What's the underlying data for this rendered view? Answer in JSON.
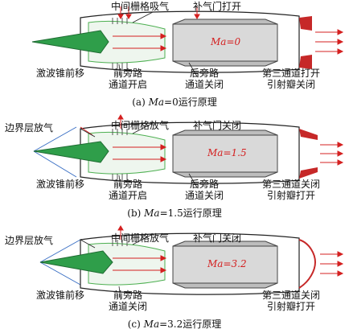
{
  "panels": [
    {
      "labels": {
        "grille": "中间栅格吸气",
        "bypass_valve": "补气门打开",
        "cone": "激波锥前移",
        "front_bypass_1": "前旁路",
        "front_bypass_2": "通道开启",
        "rear_bypass_1": "后旁路",
        "rear_bypass_2": "通道关闭",
        "third_1": "第三通道打开",
        "third_2": "引射瓣关闭"
      },
      "mach": "Ma=0",
      "caption_prefix": "(a) ",
      "caption_ma": "Ma",
      "caption_suffix": "=0运行原理"
    },
    {
      "labels": {
        "boundary": "边界层放气",
        "grille": "中间栅格放气",
        "bypass_valve": "补气门关闭",
        "cone": "激波锥前移",
        "front_bypass_1": "前旁路",
        "front_bypass_2": "通道开启",
        "rear_bypass_1": "后旁路",
        "rear_bypass_2": "通道关闭",
        "third_1": "第三通道关闭",
        "third_2": "引射瓣打开"
      },
      "mach": "Ma=1.5",
      "caption_prefix": "(b) ",
      "caption_ma": "Ma",
      "caption_suffix": "=1.5运行原理"
    },
    {
      "labels": {
        "boundary": "边界层放气",
        "grille": "中间栅格放气",
        "bypass_valve": "补气门关闭",
        "cone": "激波锥前移",
        "front_bypass_1": "前旁路",
        "front_bypass_2": "通道关闭",
        "third_1": "第三通道关闭",
        "third_2": "引射瓣打开"
      },
      "mach": "Ma=3.2",
      "caption_prefix": "(c) ",
      "caption_ma": "Ma",
      "caption_suffix": "=3.2运行原理"
    }
  ],
  "colors": {
    "cone": "#2f9e4a",
    "duct": "#4caf50",
    "flow_arrow": "#d42020",
    "engine": "#d9d9d9",
    "shock": "#3a6fc4"
  }
}
